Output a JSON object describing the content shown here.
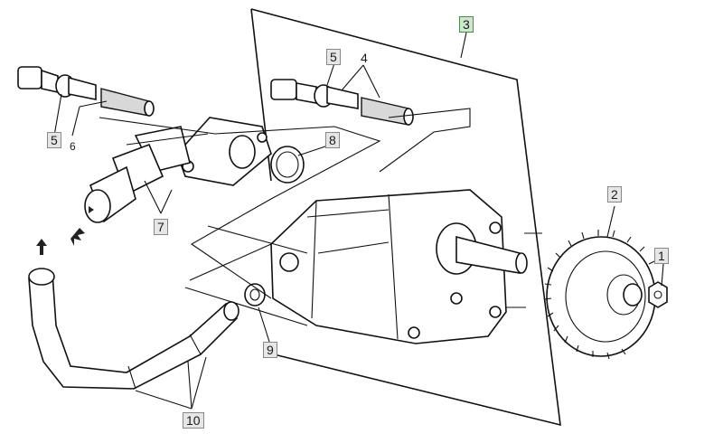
{
  "callouts": {
    "c1": "1",
    "c2": "2",
    "c3": "3",
    "c4": "4",
    "c5a": "5",
    "c5b": "5",
    "c6": "6",
    "c7": "7",
    "c8": "8",
    "c9": "9",
    "c10": "10"
  },
  "colors": {
    "line": "#111111",
    "callout_fill": "#e6e6e6",
    "highlight_fill": "#cfe7cf"
  }
}
